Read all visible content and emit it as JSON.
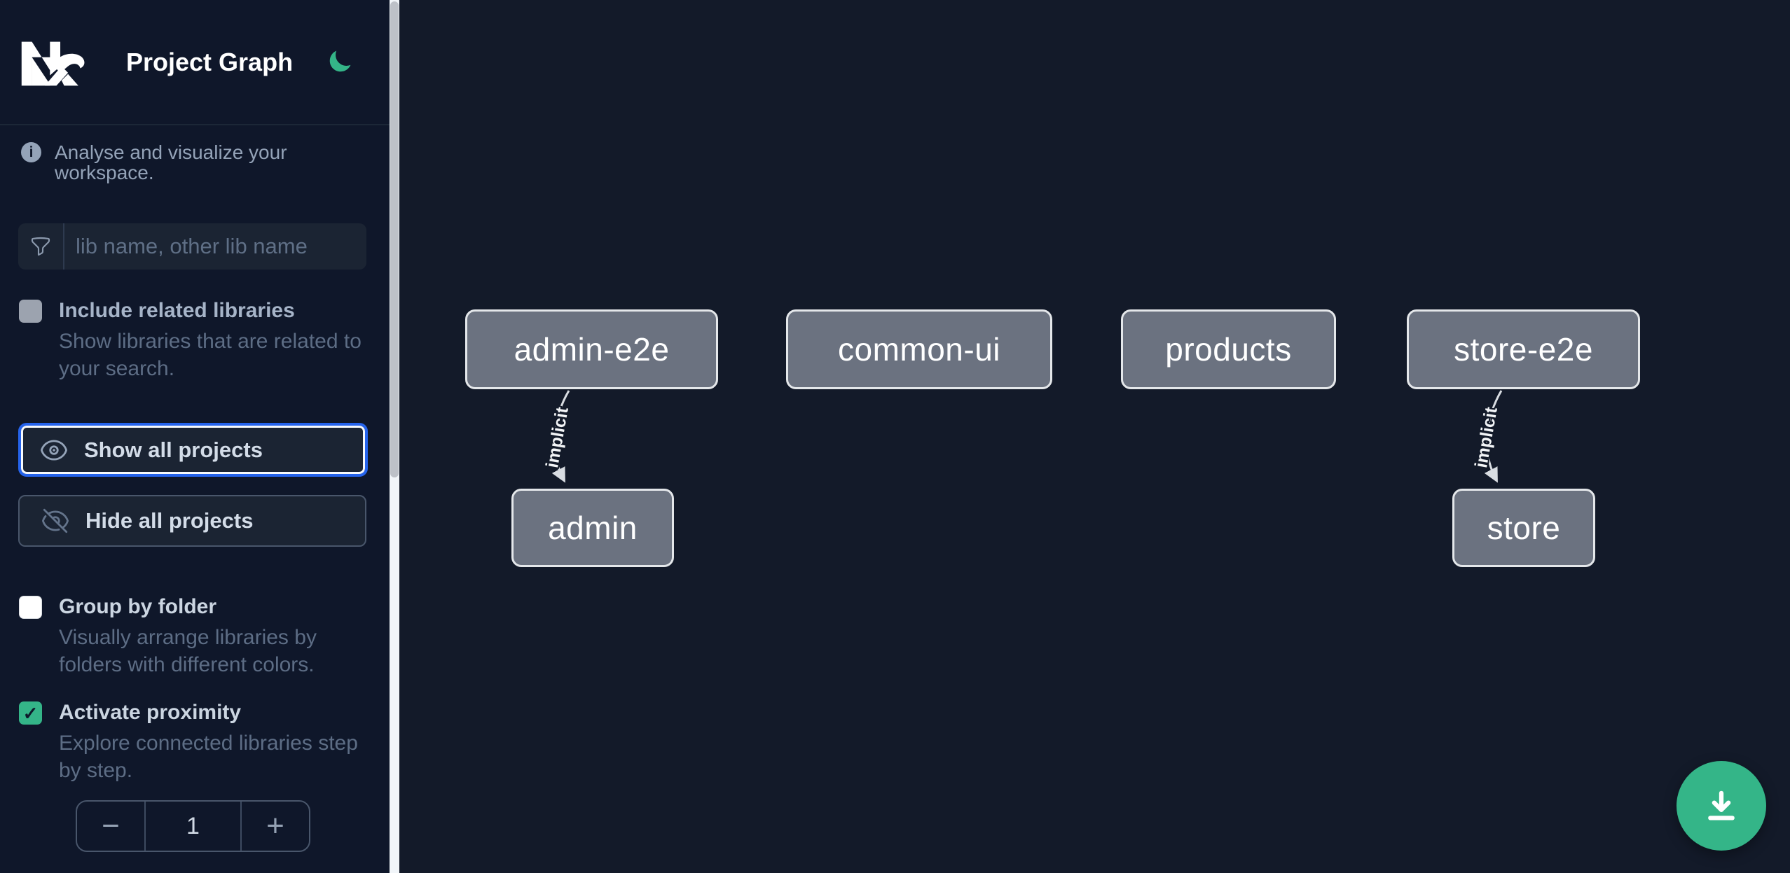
{
  "header": {
    "logo_icon": "nx-logo",
    "title": "Project Graph",
    "theme_toggle_icon": "moon-icon"
  },
  "intro": {
    "icon": "info-icon",
    "text": "Analyse and visualize your workspace."
  },
  "search": {
    "icon": "funnel-icon",
    "placeholder": "lib name, other lib name",
    "value": ""
  },
  "toggles": [
    {
      "label": "Include related libraries",
      "description": "Show libraries that are related to your search.",
      "checked": false
    },
    {
      "label": "Group by folder",
      "description": "Visually arrange libraries by folders with different colors.",
      "checked": false
    },
    {
      "label": "Activate proximity",
      "description": "Explore connected libraries step by step.",
      "checked": true,
      "checkmark": "✓"
    }
  ],
  "buttons": {
    "show_all": {
      "icon": "eye-icon",
      "label": "Show all projects",
      "focused": true
    },
    "hide_all": {
      "icon": "eye-slash-icon",
      "label": "Hide all projects",
      "focused": false
    }
  },
  "proximity_stepper": {
    "decrement_label": "−",
    "value": "1",
    "increment_label": "+"
  },
  "graph": {
    "nodes": [
      {
        "id": "admin-e2e",
        "label": "admin-e2e"
      },
      {
        "id": "common-ui",
        "label": "common-ui"
      },
      {
        "id": "products",
        "label": "products"
      },
      {
        "id": "store-e2e",
        "label": "store-e2e"
      },
      {
        "id": "admin",
        "label": "admin"
      },
      {
        "id": "store",
        "label": "store"
      }
    ],
    "edges": [
      {
        "from": "admin-e2e",
        "to": "admin",
        "label": "implicit"
      },
      {
        "from": "store-e2e",
        "to": "store",
        "label": "implicit"
      }
    ]
  },
  "fab": {
    "icon": "download-icon"
  },
  "colors": {
    "accent_green": "#34b588",
    "focus_blue": "#2563eb",
    "node_fill": "#6b7280",
    "sidebar_bg": "#0f172a",
    "canvas_bg": "#131a29",
    "scroll_thumb": "#bdc1c8"
  }
}
